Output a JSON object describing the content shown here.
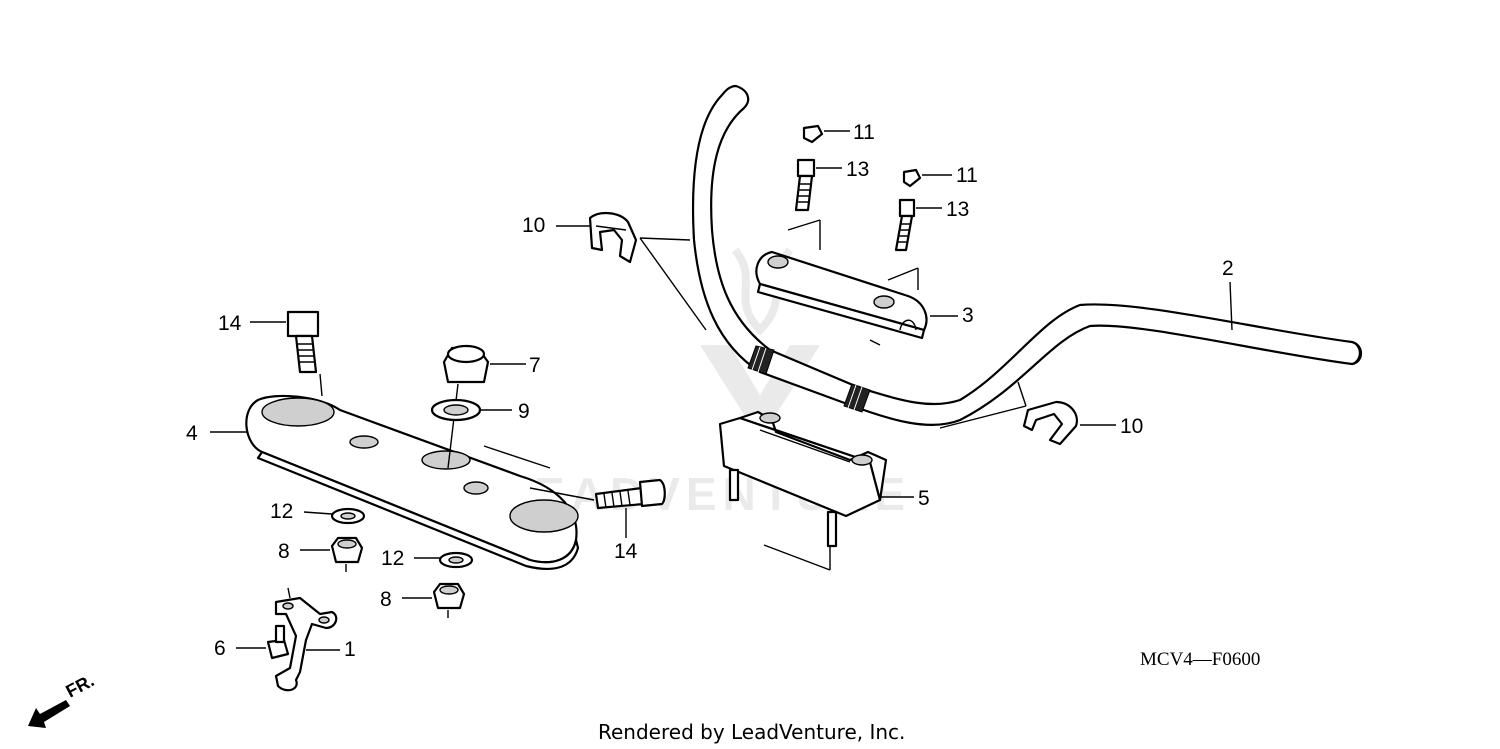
{
  "callouts": {
    "c1": "1",
    "c2": "2",
    "c3": "3",
    "c4": "4",
    "c5": "5",
    "c6": "6",
    "c7": "7",
    "c8a": "8",
    "c8b": "8",
    "c9": "9",
    "c10a": "10",
    "c10b": "10",
    "c11a": "11",
    "c11b": "11",
    "c12a": "12",
    "c12b": "12",
    "c13a": "13",
    "c13b": "13",
    "c14a": "14",
    "c14b": "14"
  },
  "diagram_code": "MCV4—F0600",
  "front_indicator": "FR.",
  "footer": "Rendered by LeadVenture, Inc.",
  "watermark": "LEADVENTURE"
}
